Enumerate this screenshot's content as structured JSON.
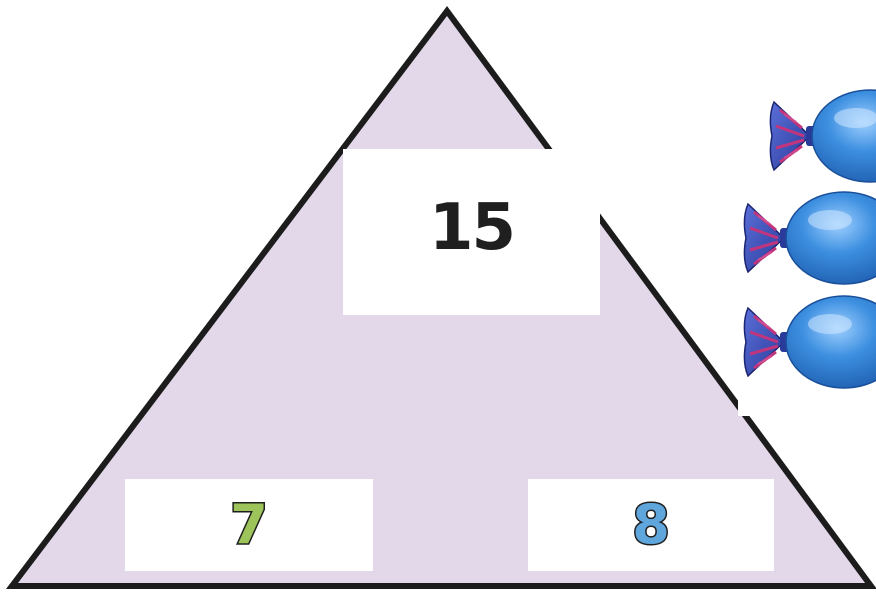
{
  "number_bond": {
    "whole": "15",
    "part_left": "7",
    "part_right": "8"
  },
  "candies": {
    "count_visible": 3,
    "icon": "wrapped-candy-icon"
  },
  "colors": {
    "triangle_fill": "#e3d8ea",
    "triangle_stroke": "#1c1c1c",
    "whole_text": "#1f1f1f",
    "left_part_fill": "#9dc45a",
    "right_part_fill": "#5fa6dc",
    "candy_body": "#3d8fe0",
    "candy_wrapper": "#3a4fb8",
    "candy_stripe": "#c2357d"
  }
}
